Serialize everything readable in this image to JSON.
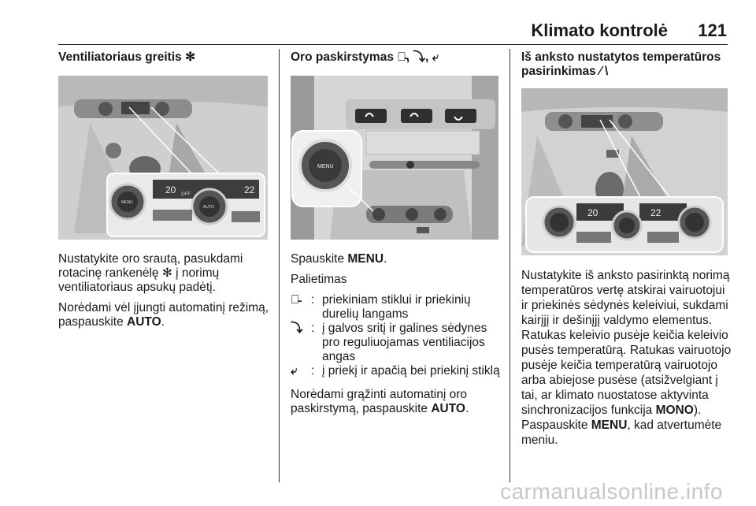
{
  "header": {
    "title": "Klimato kontrolė",
    "page_number": "121"
  },
  "col1": {
    "heading": "Ventiliatoriaus greitis",
    "heading_icon": "fan-icon",
    "para1_pre": "Nustatykite oro srautą, pasukdami rotacinę rankenėlę",
    "para1_post": "į norimų ventiliatoriaus apsukų padėtį.",
    "para2_pre": "Norėdami vėl įjungti automatinį režimą, paspauskite",
    "para2_key": "AUTO",
    "para2_post": "."
  },
  "col2": {
    "heading": "Oro paskirstymas",
    "heading_symbols": [
      "⤴̵",
      "⤵",
      "⤶"
    ],
    "heading_sep": ",",
    "press_pre": "Spauskite",
    "press_key": "MENU",
    "press_post": ".",
    "touch_label": "Palietimas",
    "items": [
      {
        "symbol": "⤴̵",
        "text": "priekiniam stiklui ir priekinių durelių langams"
      },
      {
        "symbol": "⤵",
        "text": "į galvos sritį ir galines sėdynes pro reguliuojamas ventiliacijos angas"
      },
      {
        "symbol": "⤶",
        "text": "į priekį ir apačią bei priekinį stiklą"
      }
    ],
    "colon": ":",
    "outro_pre": "Norėdami grąžinti automatinį oro paskirstymą, paspauskite",
    "outro_key": "AUTO",
    "outro_post": "."
  },
  "col3": {
    "heading": "Iš anksto nustatytos temperatūros pasirinkimas",
    "heading_symbols": "⁄ \\",
    "para_a": "Nustatykite iš anksto pasirinktą norimą temperatūros vertę atskirai vairuotojui ir priekinės sėdynės keleiviui, sukdami kairįjį ir dešinįjį valdymo elementus. Ratukas keleivio pusėje keičia keleivio pusės temperatūrą. Ratukas vairuotojo pusėje keičia temperatūrą vairuotojo arba abiejose pusėse (atsižvelgiant į tai, ar klimato nuostatose aktyvinta sinchronizacijos funkcija",
    "para_a_key": "MONO",
    "para_a_post": "). Paspauskite",
    "para_a_key2": "MENU",
    "para_a_end": ", kad atvertumėte meniu."
  },
  "photo1": {
    "temp_left": "20",
    "temp_right": "22",
    "off_label": "OFF",
    "knob_left": "MENU",
    "knob_right": "AUTO"
  },
  "photo2": {
    "knob_label": "MENU"
  },
  "photo3": {
    "temp_left": "20",
    "temp_right": "22"
  },
  "watermark": "carmanualsonline.info"
}
